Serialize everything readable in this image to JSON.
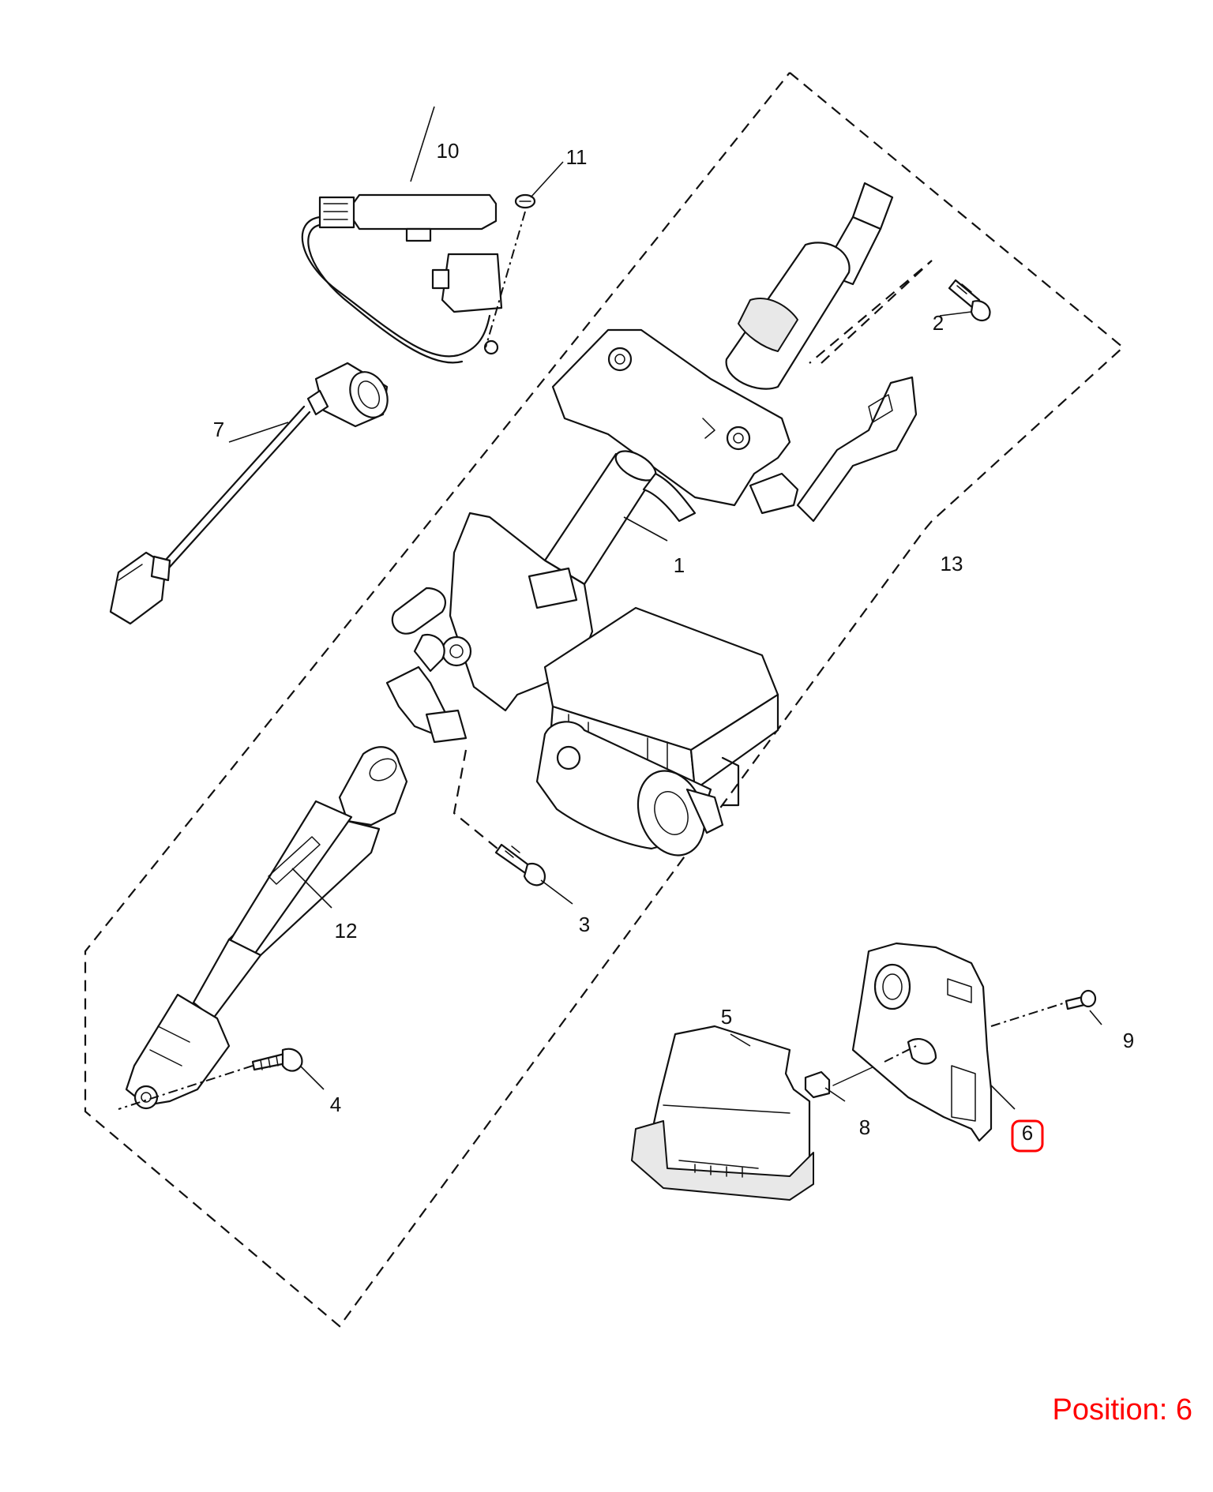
{
  "callouts": {
    "c1": "1",
    "c2": "2",
    "c3": "3",
    "c4": "4",
    "c5": "5",
    "c6": "6",
    "c7": "7",
    "c8": "8",
    "c9": "9",
    "c10": "10",
    "c11": "11",
    "c12": "12",
    "c13": "13"
  },
  "highlight": {
    "callout": "6",
    "color": "#ff0000"
  },
  "position_label": "Position: 6"
}
